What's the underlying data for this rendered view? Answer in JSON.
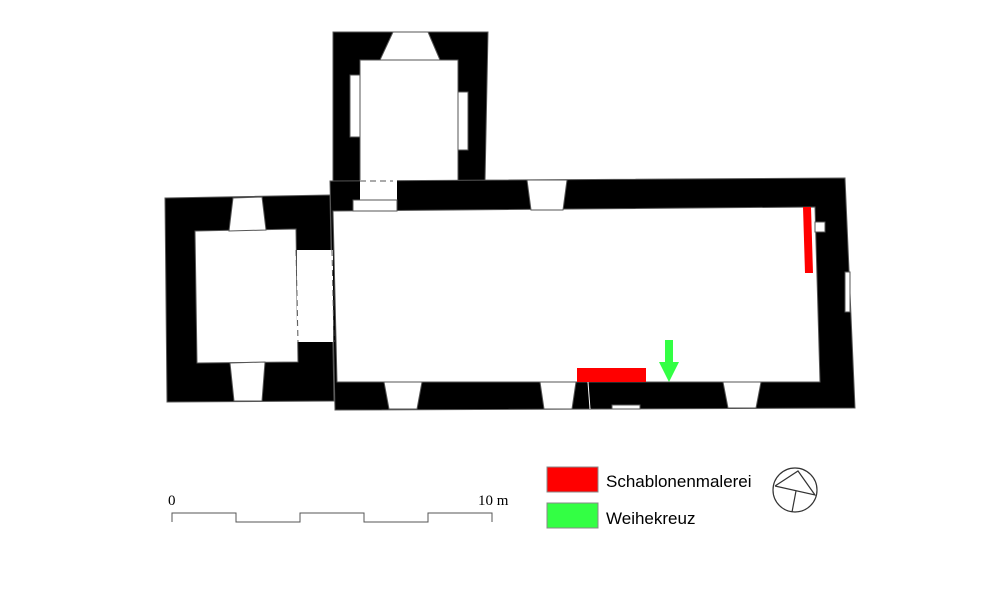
{
  "legend": {
    "items": [
      {
        "label": "Schablonenmalerei",
        "color": "#ff0000"
      },
      {
        "label": "Weihekreuz",
        "color": "#33ff44"
      }
    ]
  },
  "scale_bar": {
    "start_label": "0",
    "end_label": "10 m"
  },
  "colors": {
    "wall": "#000000",
    "paint": "#ff0000",
    "cross": "#33ff44"
  },
  "icons": {
    "compass": "north-arrow-compass-icon"
  }
}
